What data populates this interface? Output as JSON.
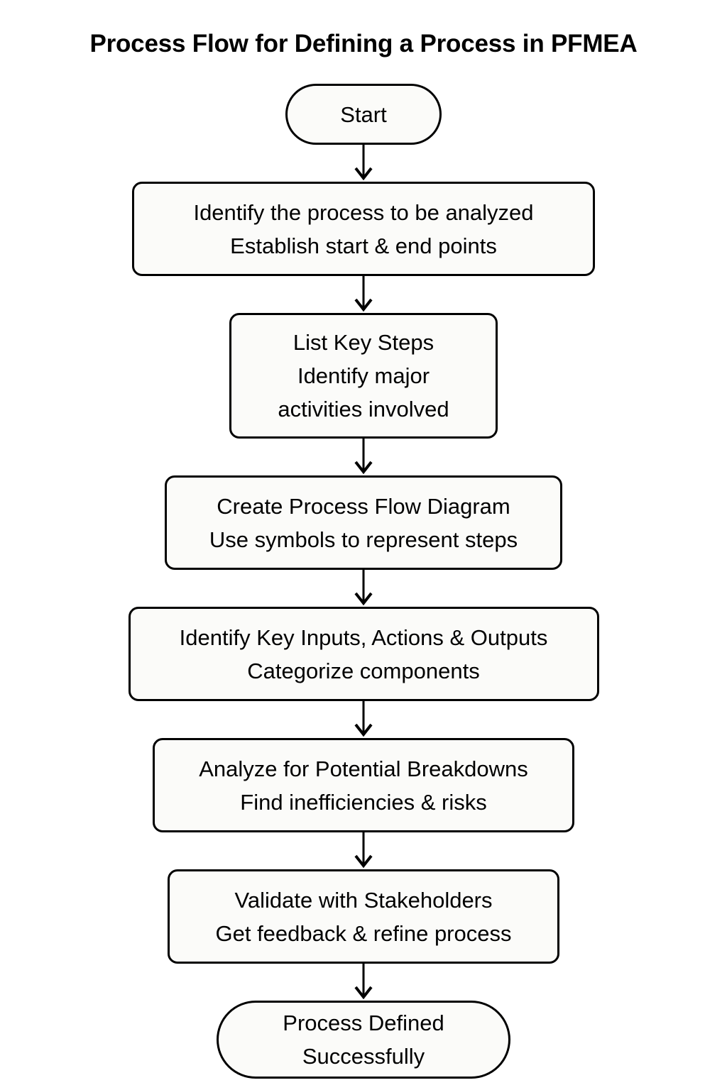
{
  "title": "Process Flow for Defining a Process in PFMEA",
  "colors": {
    "background": "#ffffff",
    "node_fill": "#fbfbf9",
    "stroke": "#000000",
    "text": "#000000"
  },
  "chart_data": {
    "type": "flowchart",
    "title": "Process Flow for Defining a Process in PFMEA",
    "orientation": "top-to-bottom",
    "nodes": [
      {
        "id": "start",
        "shape": "stadium",
        "lines": [
          "Start"
        ]
      },
      {
        "id": "step1",
        "shape": "rounded-rectangle",
        "lines": [
          "Identify the process to be analyzed",
          "Establish start & end points"
        ]
      },
      {
        "id": "step2",
        "shape": "rounded-rectangle",
        "lines": [
          "List Key Steps",
          "Identify major",
          "activities involved"
        ]
      },
      {
        "id": "step3",
        "shape": "rounded-rectangle",
        "lines": [
          "Create Process Flow Diagram",
          "Use symbols to represent steps"
        ]
      },
      {
        "id": "step4",
        "shape": "rounded-rectangle",
        "lines": [
          "Identify Key Inputs, Actions & Outputs",
          "Categorize components"
        ]
      },
      {
        "id": "step5",
        "shape": "rounded-rectangle",
        "lines": [
          "Analyze for Potential Breakdowns",
          "Find inefficiencies & risks"
        ]
      },
      {
        "id": "step6",
        "shape": "rounded-rectangle",
        "lines": [
          "Validate with Stakeholders",
          "Get feedback & refine process"
        ]
      },
      {
        "id": "end",
        "shape": "stadium",
        "lines": [
          "Process Defined",
          "Successfully"
        ]
      }
    ],
    "edges": [
      {
        "from": "start",
        "to": "step1",
        "label": "",
        "arrow": "down"
      },
      {
        "from": "step1",
        "to": "step2",
        "label": "",
        "arrow": "down"
      },
      {
        "from": "step2",
        "to": "step3",
        "label": "",
        "arrow": "down"
      },
      {
        "from": "step3",
        "to": "step4",
        "label": "",
        "arrow": "down"
      },
      {
        "from": "step4",
        "to": "step5",
        "label": "",
        "arrow": "down"
      },
      {
        "from": "step5",
        "to": "step6",
        "label": "",
        "arrow": "down"
      },
      {
        "from": "step6",
        "to": "end",
        "label": "",
        "arrow": "down"
      }
    ]
  },
  "nodes": {
    "start": {
      "l0": "Start"
    },
    "step1": {
      "l0": "Identify the process to be analyzed",
      "l1": "Establish start & end points"
    },
    "step2": {
      "l0": "List Key Steps",
      "l1": "Identify major",
      "l2": "activities involved"
    },
    "step3": {
      "l0": "Create Process Flow Diagram",
      "l1": "Use symbols to represent steps"
    },
    "step4": {
      "l0": "Identify Key Inputs, Actions & Outputs",
      "l1": "Categorize components"
    },
    "step5": {
      "l0": "Analyze for Potential Breakdowns",
      "l1": "Find inefficiencies & risks"
    },
    "step6": {
      "l0": "Validate with Stakeholders",
      "l1": "Get feedback & refine process"
    },
    "end": {
      "l0": "Process Defined",
      "l1": "Successfully"
    }
  }
}
